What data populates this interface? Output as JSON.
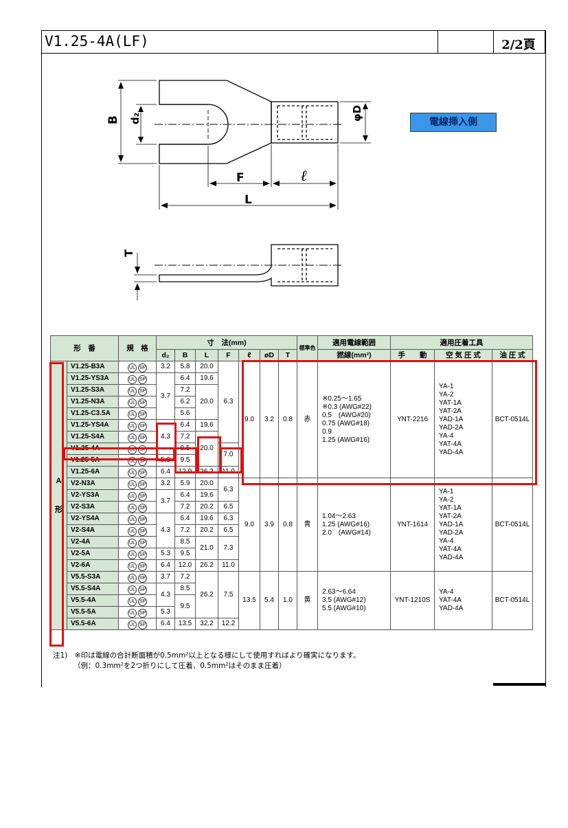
{
  "header": {
    "title": "V1.25-4A(LF)",
    "page": "2/2頁"
  },
  "drawing": {
    "label_B": "B",
    "label_d2": "d₂",
    "label_F": "F",
    "label_l": "ℓ",
    "label_L": "L",
    "label_phiD": "φD",
    "label_T": "T",
    "wire_side_label": "電線挿入側"
  },
  "table": {
    "h_name": "形　番",
    "h_std": "規　格",
    "h_dims": "寸　法(mm)",
    "h_color": "標準色",
    "h_wire": "適用電線範囲",
    "h_wire_sub": "撚線(mm²)",
    "h_tools": "適用圧着工具",
    "h_d2": "d₂",
    "h_B": "B",
    "h_L": "L",
    "h_F": "F",
    "h_l": "ℓ",
    "h_phiD": "øD",
    "h_T": "T",
    "h_manual": "手　　動",
    "h_air": "空 気 圧 式",
    "h_oil": "油 圧 式",
    "type_label": "A",
    "type_label2": "形",
    "rows": [
      {
        "name": "V1.25-B3A",
        "d2": "3.2",
        "B": "5.8",
        "L": "20.0"
      },
      {
        "name": "V1.25-YS3A",
        "B": "6.4",
        "L": "19.6"
      },
      {
        "name": "V1.25-S3A",
        "B": "7.2"
      },
      {
        "name": "V1.25-N3A",
        "B": "6.2"
      },
      {
        "name": "V1.25-C3.5A",
        "B": "5.6"
      },
      {
        "name": "V1.25-YS4A",
        "B": "6.4",
        "L": "19.6"
      },
      {
        "name": "V1.25-S4A",
        "B": "7.2"
      },
      {
        "name": "V1.25-4A",
        "B": "8.5"
      },
      {
        "name": "V1.25-5A",
        "d2": "5.3",
        "B": "9.5"
      },
      {
        "name": "V1.25-6A",
        "d2": "6.4",
        "B": "12.0",
        "L": "26.2",
        "F": "11.0"
      },
      {
        "name": "V2-N3A",
        "d2": "3.2",
        "B": "5.9",
        "L": "20.0"
      },
      {
        "name": "V2-YS3A",
        "B": "6.4",
        "L": "19.6"
      },
      {
        "name": "V2-S3A",
        "B": "7.2",
        "L": "20.2",
        "F": "6.5"
      },
      {
        "name": "V2-YS4A",
        "B": "6.4",
        "L": "19.6",
        "F": "6.3"
      },
      {
        "name": "V2-S4A",
        "B": "7.2",
        "L": "20.2",
        "F": "6.5"
      },
      {
        "name": "V2-4A",
        "B": "8.5"
      },
      {
        "name": "V2-5A",
        "d2": "5.3",
        "B": "9.5"
      },
      {
        "name": "V2-6A",
        "d2": "6.4",
        "B": "12.0",
        "L": "26.2",
        "F": "11.0"
      },
      {
        "name": "V5.5-S3A",
        "d2": "3.7",
        "B": "7.2"
      },
      {
        "name": "V5.5-S4A",
        "B": "8.5"
      },
      {
        "name": "V5.5-4A"
      },
      {
        "name": "V5.5-5A",
        "d2": "5.3"
      },
      {
        "name": "V5.5-6A",
        "d2": "6.4",
        "B": "13.5",
        "L": "32.2",
        "F": "12.2"
      }
    ],
    "merged": {
      "g1_d2_37": "3.7",
      "g1_d2_43": "4.3",
      "g1_L_200": "20.0",
      "g1_F_63": "6.3",
      "g1_L_200b": "20.0",
      "g1_F_70": "7.0",
      "g1_l": "9.0",
      "g1_D": "3.2",
      "g1_T": "0.8",
      "g1_color": "赤",
      "g1_wire": [
        "※0.25〜1.65",
        "※0.3 (AWG#22)",
        "0.5　(AWG#20)",
        "0.75 (AWG#18)",
        "0.9",
        "1.25 (AWG#16)"
      ],
      "g1_manual": "YNT-2216",
      "g1_air": [
        "YA-1",
        "YA-2",
        "YAT-1A",
        "YAT-2A",
        "YAD-1A",
        "YAD-2A",
        "YA-4",
        "YAT-4A",
        "YAD-4A"
      ],
      "g1_oil": "BCT-0514L",
      "g2_d2_37": "3.7",
      "g2_d2_43": "4.3",
      "g2_F_63": "6.3",
      "g2_L_210": "21.0",
      "g2_F_73": "7.3",
      "g2_l": "9.0",
      "g2_D": "3.9",
      "g2_T": "0.8",
      "g2_color": "青",
      "g2_wire": [
        "1.04〜2.63",
        "1.25 (AWG#16)",
        "2.0　(AWG#14)"
      ],
      "g2_manual": "YNT-1614",
      "g2_air": [
        "YA-1",
        "YA-2",
        "YAT-1A",
        "YAT-2A",
        "YAD-1A",
        "YAD-2A",
        "YA-4",
        "YAT-4A",
        "YAD-4A"
      ],
      "g2_oil": "BCT-0514L",
      "g3_d2_43": "4.3",
      "g3_B_95": "9.5",
      "g3_L": "26.2",
      "g3_F": "7.5",
      "g3_l": "13.5",
      "g3_D": "5.4",
      "g3_T": "1.0",
      "g3_color": "黄",
      "g3_wire": [
        "2.63〜6.64",
        "3.5 (AWG#12)",
        "5.5 (AWG#10)"
      ],
      "g3_manual": "YNT-1210S",
      "g3_air": [
        "YA-4",
        "YAT-4A",
        "YAD-4A"
      ],
      "g3_oil": "BCT-0514L"
    }
  },
  "notes": {
    "line1": "注1)　※印は電線の合計断面積が0.5mm²以上となる様にして使用すればより確実になります。",
    "line2": "（例：0.3mm²を2つ折りにして圧着、0.5mm²はそのまま圧着）"
  }
}
